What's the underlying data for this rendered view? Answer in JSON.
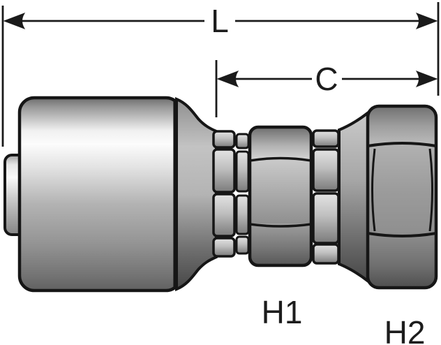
{
  "diagram": {
    "labels": {
      "l": "L",
      "c": "C",
      "h1": "H1",
      "h2": "H2"
    },
    "colors": {
      "background": "#ffffff",
      "outline": "#161616",
      "dimension_line": "#1a1a1a",
      "label_text": "#1c1c1c",
      "metal_highlight": "#fcfcfc",
      "metal_mid": "#a5a5a5",
      "metal_shadow": "#4f4f4f"
    }
  }
}
